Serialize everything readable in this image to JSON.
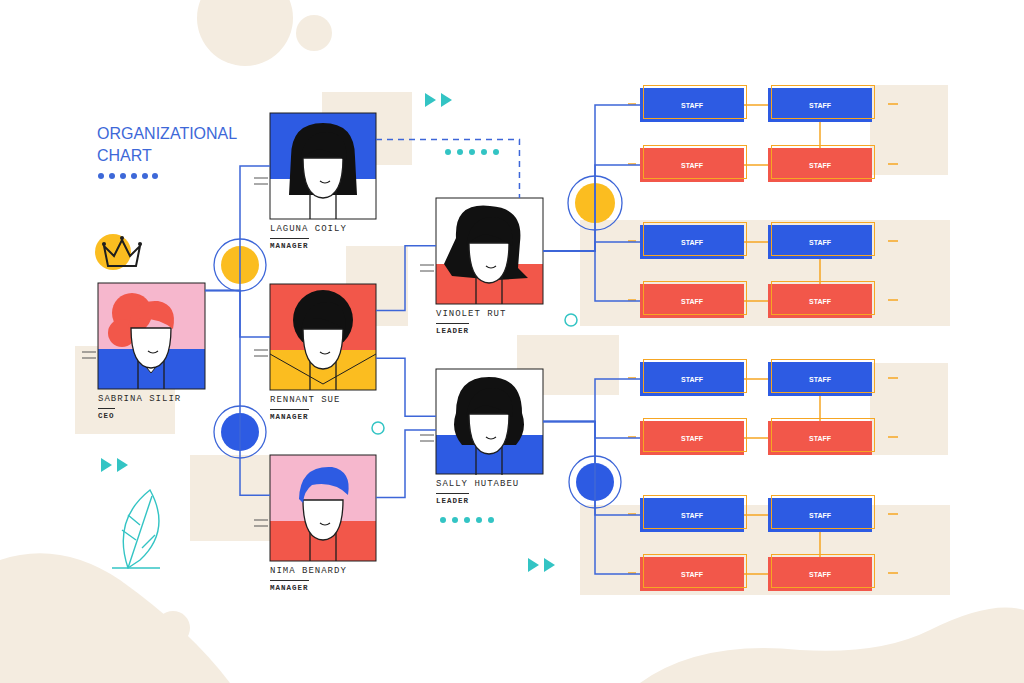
{
  "diagram": {
    "title": "ORGANIZATIONAL CHART",
    "nodes": [
      {
        "text": [
          "SABRINA SILIR",
          "CEO"
        ]
      },
      {
        "text": [
          "LAGUNA COILY",
          "MANAGER"
        ]
      },
      {
        "text": [
          "RENNANT SUE",
          "MANAGER"
        ]
      },
      {
        "text": [
          "NIMA BENARDY",
          "MANAGER"
        ]
      },
      {
        "text": [
          "VINOLET RUT",
          "LEADER"
        ]
      },
      {
        "text": [
          "SALLY HUTABEU",
          "LEADER"
        ]
      },
      {
        "text": [
          "STAFF"
        ]
      },
      {
        "text": [
          "STAFF"
        ]
      },
      {
        "text": [
          "STAFF"
        ]
      },
      {
        "text": [
          "STAFF"
        ]
      },
      {
        "text": [
          "STAFF"
        ]
      },
      {
        "text": [
          "STAFF"
        ]
      },
      {
        "text": [
          "STAFF"
        ]
      },
      {
        "text": [
          "STAFF"
        ]
      },
      {
        "text": [
          "STAFF"
        ]
      },
      {
        "text": [
          "STAFF"
        ]
      },
      {
        "text": [
          "STAFF"
        ]
      },
      {
        "text": [
          "STAFF"
        ]
      },
      {
        "text": [
          "STAFF"
        ]
      },
      {
        "text": [
          "STAFF"
        ]
      },
      {
        "text": [
          "STAFF"
        ]
      },
      {
        "text": [
          "STAFF"
        ]
      }
    ],
    "edges": [
      {
        "from": 0,
        "to": 1,
        "arrow": "none"
      },
      {
        "from": 0,
        "to": 2,
        "arrow": "none"
      },
      {
        "from": 0,
        "to": 3,
        "arrow": "none"
      },
      {
        "from": 1,
        "to": 4,
        "arrow": "none"
      },
      {
        "from": 2,
        "to": 4,
        "arrow": "none"
      },
      {
        "from": 2,
        "to": 5,
        "arrow": "none"
      },
      {
        "from": 3,
        "to": 5,
        "arrow": "none"
      },
      {
        "from": 4,
        "to": 6,
        "arrow": "none"
      },
      {
        "from": 4,
        "to": 8,
        "arrow": "none"
      },
      {
        "from": 6,
        "to": 7,
        "arrow": "none"
      },
      {
        "from": 8,
        "to": 9,
        "arrow": "none"
      },
      {
        "from": 7,
        "to": 9,
        "arrow": "none"
      },
      {
        "from": 4,
        "to": 10,
        "arrow": "none"
      },
      {
        "from": 4,
        "to": 12,
        "arrow": "none"
      },
      {
        "from": 10,
        "to": 11,
        "arrow": "none"
      },
      {
        "from": 12,
        "to": 13,
        "arrow": "none"
      },
      {
        "from": 11,
        "to": 13,
        "arrow": "none"
      },
      {
        "from": 5,
        "to": 14,
        "arrow": "none"
      },
      {
        "from": 5,
        "to": 16,
        "arrow": "none"
      },
      {
        "from": 14,
        "to": 15,
        "arrow": "none"
      },
      {
        "from": 16,
        "to": 17,
        "arrow": "none"
      },
      {
        "from": 15,
        "to": 17,
        "arrow": "none"
      },
      {
        "from": 5,
        "to": 18,
        "arrow": "none"
      },
      {
        "from": 5,
        "to": 20,
        "arrow": "none"
      },
      {
        "from": 18,
        "to": 19,
        "arrow": "none"
      },
      {
        "from": 20,
        "to": 21,
        "arrow": "none"
      },
      {
        "from": 19,
        "to": 21,
        "arrow": "none"
      }
    ]
  }
}
